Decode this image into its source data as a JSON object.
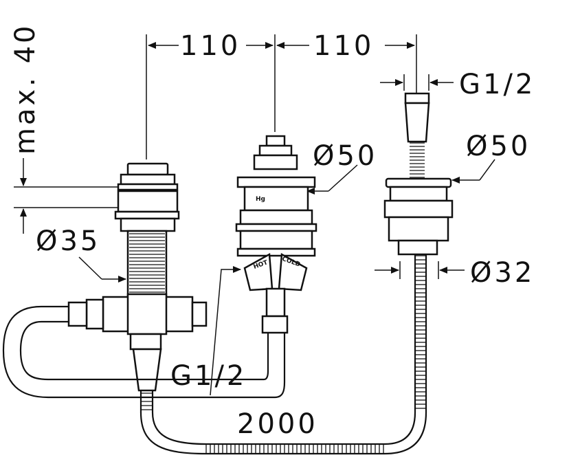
{
  "dimensions": {
    "spacing_left": "110",
    "spacing_right": "110",
    "max_depth": "max. 40",
    "thread_top": "G1/2",
    "dia_body_right": "Ø50",
    "dia_body_mid": "Ø50",
    "dia_left": "Ø35",
    "dia_right_small": "Ø32",
    "thread_bottom": "G1/2",
    "hose_length": "2000"
  },
  "valve_labels": {
    "brand": "Hg",
    "hot": "HOT",
    "cold": "COLD"
  }
}
